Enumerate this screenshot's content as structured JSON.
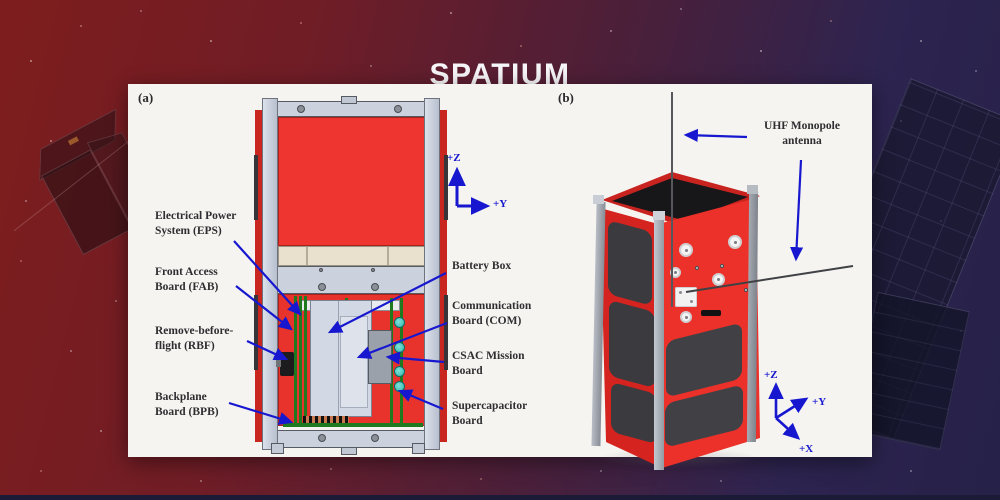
{
  "page": {
    "title": "SPATIUM"
  },
  "figure": {
    "panel_a": {
      "tag": "(a)",
      "labels": {
        "eps": "Electrical Power\nSystem (EPS)",
        "fab": "Front Access\nBoard (FAB)",
        "rbf": "Remove-before-\nflight (RBF)",
        "bpb": "Backplane\nBoard (BPB)",
        "battery": "Battery Box",
        "com": "Communication\nBoard (COM)",
        "csac": "CSAC Mission\nBoard",
        "supercap": "Supercapacitor\nBoard"
      },
      "axes": {
        "z": "+Z",
        "y": "+Y"
      }
    },
    "panel_b": {
      "tag": "(b)",
      "antenna_label": "UHF Monopole\nantenna",
      "axes": {
        "z": "+Z",
        "y": "+Y",
        "x": "+X"
      }
    },
    "colors": {
      "annotation_arrow": "#1717cf",
      "satellite_red": "#e8332d",
      "rail_gray": "#ccd2dd",
      "figure_background": "#f5f4f1",
      "board_green": "#1f7a1f",
      "supercapacitor_teal": "#2fb3a9"
    }
  }
}
